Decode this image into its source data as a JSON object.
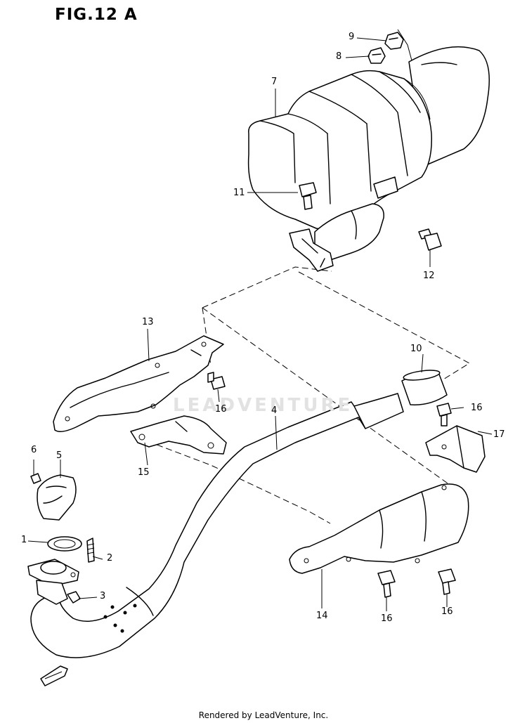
{
  "figure": {
    "title": "FIG.12 A",
    "footer": "Rendered by LeadVenture, Inc.",
    "watermark": "LEADVENTURE"
  },
  "callouts": [
    {
      "id": "c1",
      "label": "1"
    },
    {
      "id": "c2",
      "label": "2"
    },
    {
      "id": "c3",
      "label": "3"
    },
    {
      "id": "c4",
      "label": "4"
    },
    {
      "id": "c5",
      "label": "5"
    },
    {
      "id": "c6",
      "label": "6"
    },
    {
      "id": "c7",
      "label": "7"
    },
    {
      "id": "c8",
      "label": "8"
    },
    {
      "id": "c9",
      "label": "9"
    },
    {
      "id": "c10",
      "label": "10"
    },
    {
      "id": "c11",
      "label": "11"
    },
    {
      "id": "c12",
      "label": "12"
    },
    {
      "id": "c13",
      "label": "13"
    },
    {
      "id": "c14",
      "label": "14"
    },
    {
      "id": "c15",
      "label": "15"
    },
    {
      "id": "c16a",
      "label": "16"
    },
    {
      "id": "c16b",
      "label": "16"
    },
    {
      "id": "c16c",
      "label": "16"
    },
    {
      "id": "c16d",
      "label": "16"
    },
    {
      "id": "c17",
      "label": "17"
    }
  ]
}
